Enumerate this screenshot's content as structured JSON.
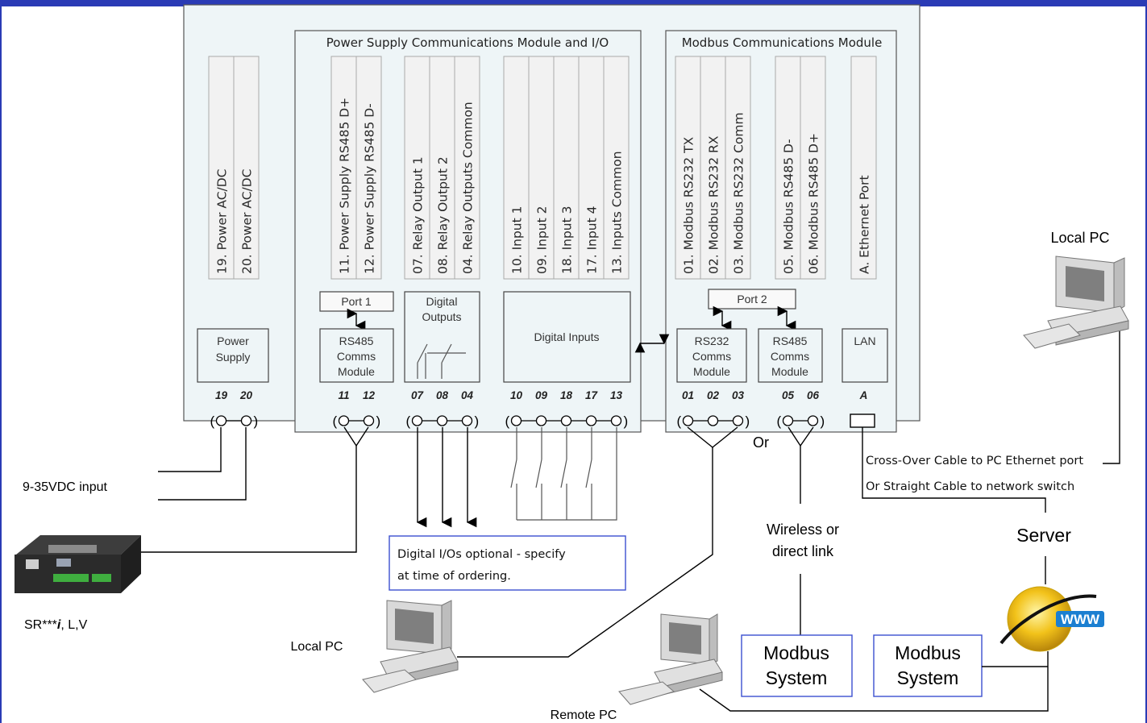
{
  "modules": {
    "psc_title": "Power Supply Communications Module and I/O",
    "modbus_title": "Modbus Communications Module"
  },
  "terminals": {
    "power": [
      "19. Power AC/DC",
      "20. Power AC/DC"
    ],
    "rs485": [
      "11. Power Supply RS485 D+",
      "12. Power Supply RS485 D-"
    ],
    "relay": [
      "07. Relay Output 1",
      "08. Relay Output 2",
      "04. Relay Outputs Common"
    ],
    "inputs": [
      "10. Input 1",
      "09. Input 2",
      "18. Input 3",
      "17. Input 4",
      "13. Inputs Common"
    ],
    "rs232": [
      "01. Modbus RS232 TX",
      "02. Modbus RS232 RX",
      "03. Modbus RS232 Comm"
    ],
    "modbus485": [
      "05. Modbus RS485 D-",
      "06. Modbus RS485 D+"
    ],
    "ethernet": [
      "A. Ethernet Port"
    ]
  },
  "blocks": {
    "power_supply": [
      "Power",
      "Supply"
    ],
    "port1": "Port 1",
    "rs485_comms": [
      "RS485",
      "Comms",
      "Module"
    ],
    "digital_outputs": [
      "Digital",
      "Outputs"
    ],
    "digital_inputs": "Digital Inputs",
    "port2": "Port 2",
    "rs232_comms": [
      "RS232",
      "Comms",
      "Module"
    ],
    "rs485_comms2": [
      "RS485",
      "Comms",
      "Module"
    ],
    "lan": "LAN"
  },
  "pins": {
    "power": [
      "19",
      "20"
    ],
    "rs485": [
      "11",
      "12"
    ],
    "relay": [
      "07",
      "08",
      "04"
    ],
    "inputs": [
      "10",
      "09",
      "18",
      "17",
      "13"
    ],
    "rs232": [
      "01",
      "02",
      "03"
    ],
    "modbus485": [
      "05",
      "06"
    ],
    "ethernet": [
      "A"
    ]
  },
  "labels": {
    "vdc_input": "9-35VDC input",
    "sr_model_prefix": "SR***",
    "sr_model_italic": "i",
    "sr_model_suffix": ", L,V",
    "local_pc_left": "Local PC",
    "local_pc_right": "Local PC",
    "remote_pc": "Remote PC",
    "or": "Or",
    "wireless": [
      "Wireless or",
      "direct link"
    ],
    "crossover": "Cross-Over Cable to PC Ethernet port",
    "straight": "Or Straight Cable to network switch",
    "server": "Server",
    "globe_text": "WWW",
    "digital_io_note": [
      "Digital I/Os optional - specify",
      "at time of ordering."
    ],
    "modbus_system_1": [
      "Modbus",
      "System"
    ],
    "modbus_system_2": [
      "Modbus",
      "System"
    ]
  },
  "colors": {
    "top_bar": "#2a3bb5",
    "panel_fill": "#eef5f7",
    "terminal_fill": "#f2f2f2",
    "note_border": "#3b4fcf",
    "modbus_border": "#3b4fcf"
  }
}
